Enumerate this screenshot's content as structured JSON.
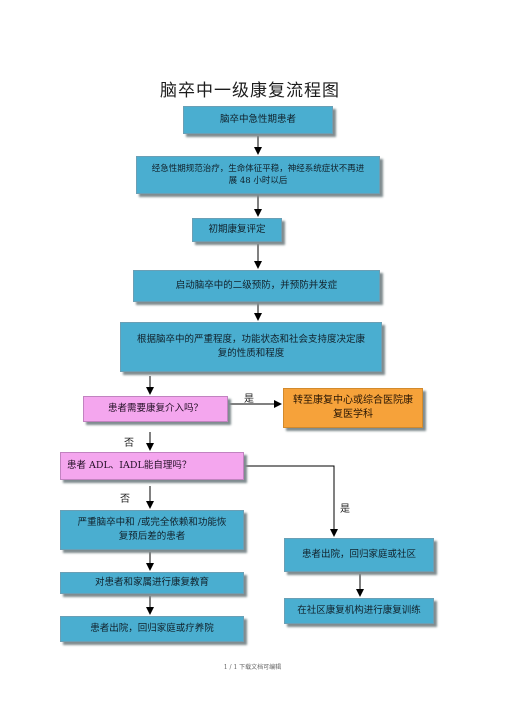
{
  "title": "脑卒中一级康复流程图",
  "nodes": {
    "acute_patient": "脑卒中急性期患者",
    "standard_treatment_line1": "经急性期规范治疗，生命体征平稳，神经系统症状不再进",
    "standard_treatment_line2": "展 48 小时以后",
    "initial_assessment": "初期康复评定",
    "secondary_prevention": "启动脑卒中的二级预防，并预防并发症",
    "decide_nature_line1": "根据脑卒中的严重程度，功能状态和社会支持度决定康",
    "decide_nature_line2": "复的性质和程度",
    "need_rehab_question": "患者需要康复介入吗？",
    "transfer_line1": "转至康复中心或综合医院康",
    "transfer_line2": "复医学科",
    "adl_question": "患者 ADL、IADL能自理吗？",
    "severe_dependence_line1": "严重脑卒中和 /或完全依赖和功能恢",
    "severe_dependence_line2": "复预后差的患者",
    "family_education": "对患者和家属进行康复教育",
    "discharge_nursing": "患者出院，回归家庭或疗养院",
    "discharge_community": "患者出院，回归家庭或社区",
    "community_training": "在社区康复机构进行康复训练"
  },
  "labels": {
    "yes_transfer": "是",
    "no_rehab": "否",
    "no_adl": "否",
    "yes_adl": "是"
  },
  "footer": "1 / 1 下载文档可编辑",
  "colors": {
    "process": "#4aaed0",
    "decision": "#f4a6ee",
    "transfer": "#f6a23a",
    "arrow": "#000000"
  }
}
